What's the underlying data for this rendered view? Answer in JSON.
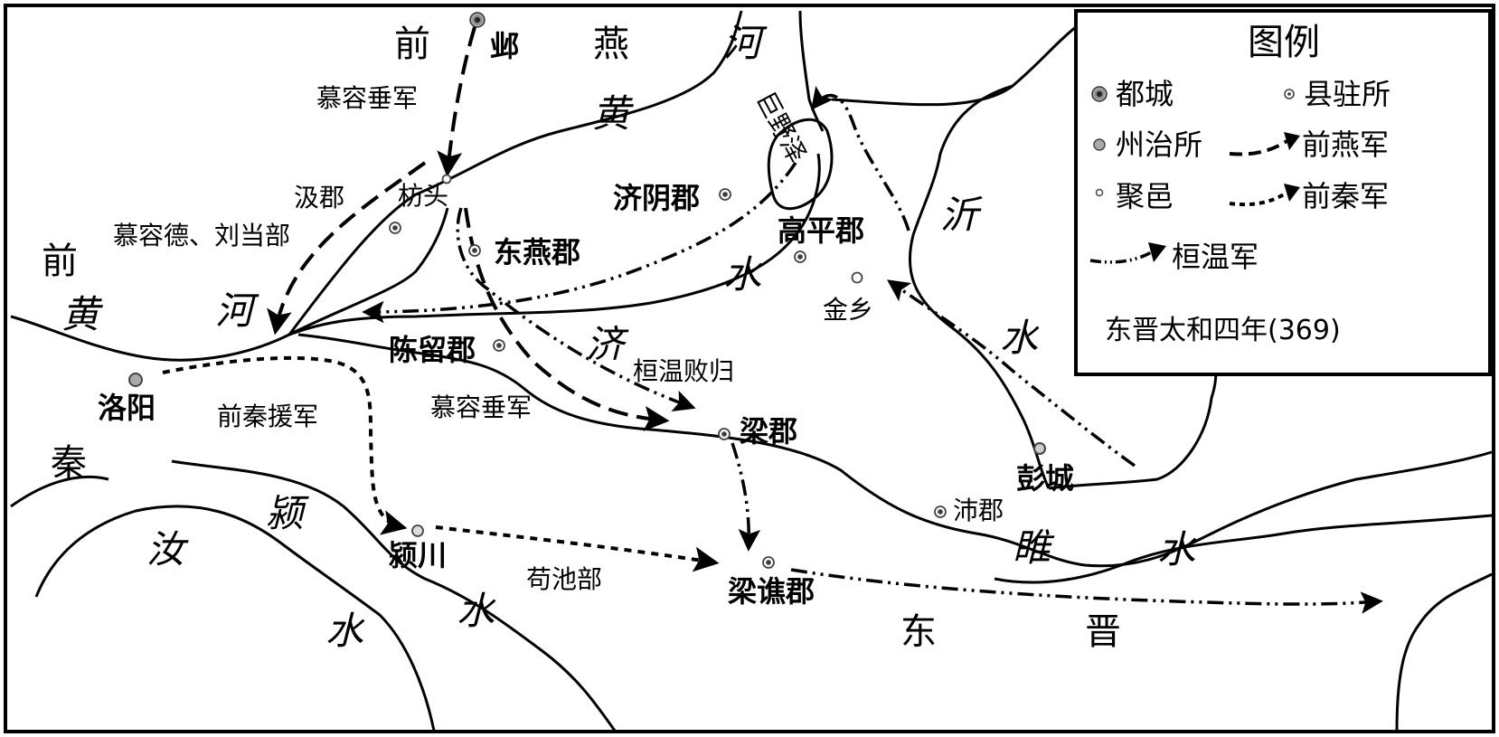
{
  "legend": {
    "title": "图例",
    "items": [
      "都城",
      "县驻所",
      "州治所",
      "前燕军",
      "聚邑",
      "前秦军",
      "桓温军"
    ],
    "era": "东晋太和四年(369)"
  },
  "regions": {
    "qian_yan_1": "前",
    "qian_yan_2": "燕",
    "qian_qin_1": "前",
    "qian_qin_2": "秦",
    "dong_jin_1": "东",
    "dong_jin_2": "晋"
  },
  "rivers": {
    "he_1": "河",
    "huang_1": "黄",
    "huang_2": "黄",
    "he_2": "河",
    "ji_1": "济",
    "shui_ji": "水",
    "yi": "沂",
    "shui_yi": "水",
    "sui": "睢",
    "shui_sui": "水",
    "ru": "汝",
    "shui_ru": "水",
    "ying": "颍",
    "shui_ying": "水",
    "juyeze": "巨野泽"
  },
  "places": {
    "ye": "邺",
    "fangtou": "枋头",
    "jijun": "汲郡",
    "dongyan": "东燕郡",
    "jiyin": "济阴郡",
    "gaoping": "高平郡",
    "jinxiang": "金乡",
    "chenliu": "陈留郡",
    "luoyang": "洛阳",
    "liangjun": "梁郡",
    "pengcheng": "彭城",
    "peijun": "沛郡",
    "yingchuan": "颍川",
    "liangqiao": "梁谯郡"
  },
  "armies": {
    "murong_chui_1": "慕容垂军",
    "murong_de": "慕容德、刘当部",
    "murong_chui_2": "慕容垂军",
    "huanwen_baigui": "桓温败归",
    "qianqin_yuanjun": "前秦援军",
    "gouchi": "苟池部"
  },
  "colors": {
    "ink": "#000000",
    "paper": "#ffffff"
  }
}
